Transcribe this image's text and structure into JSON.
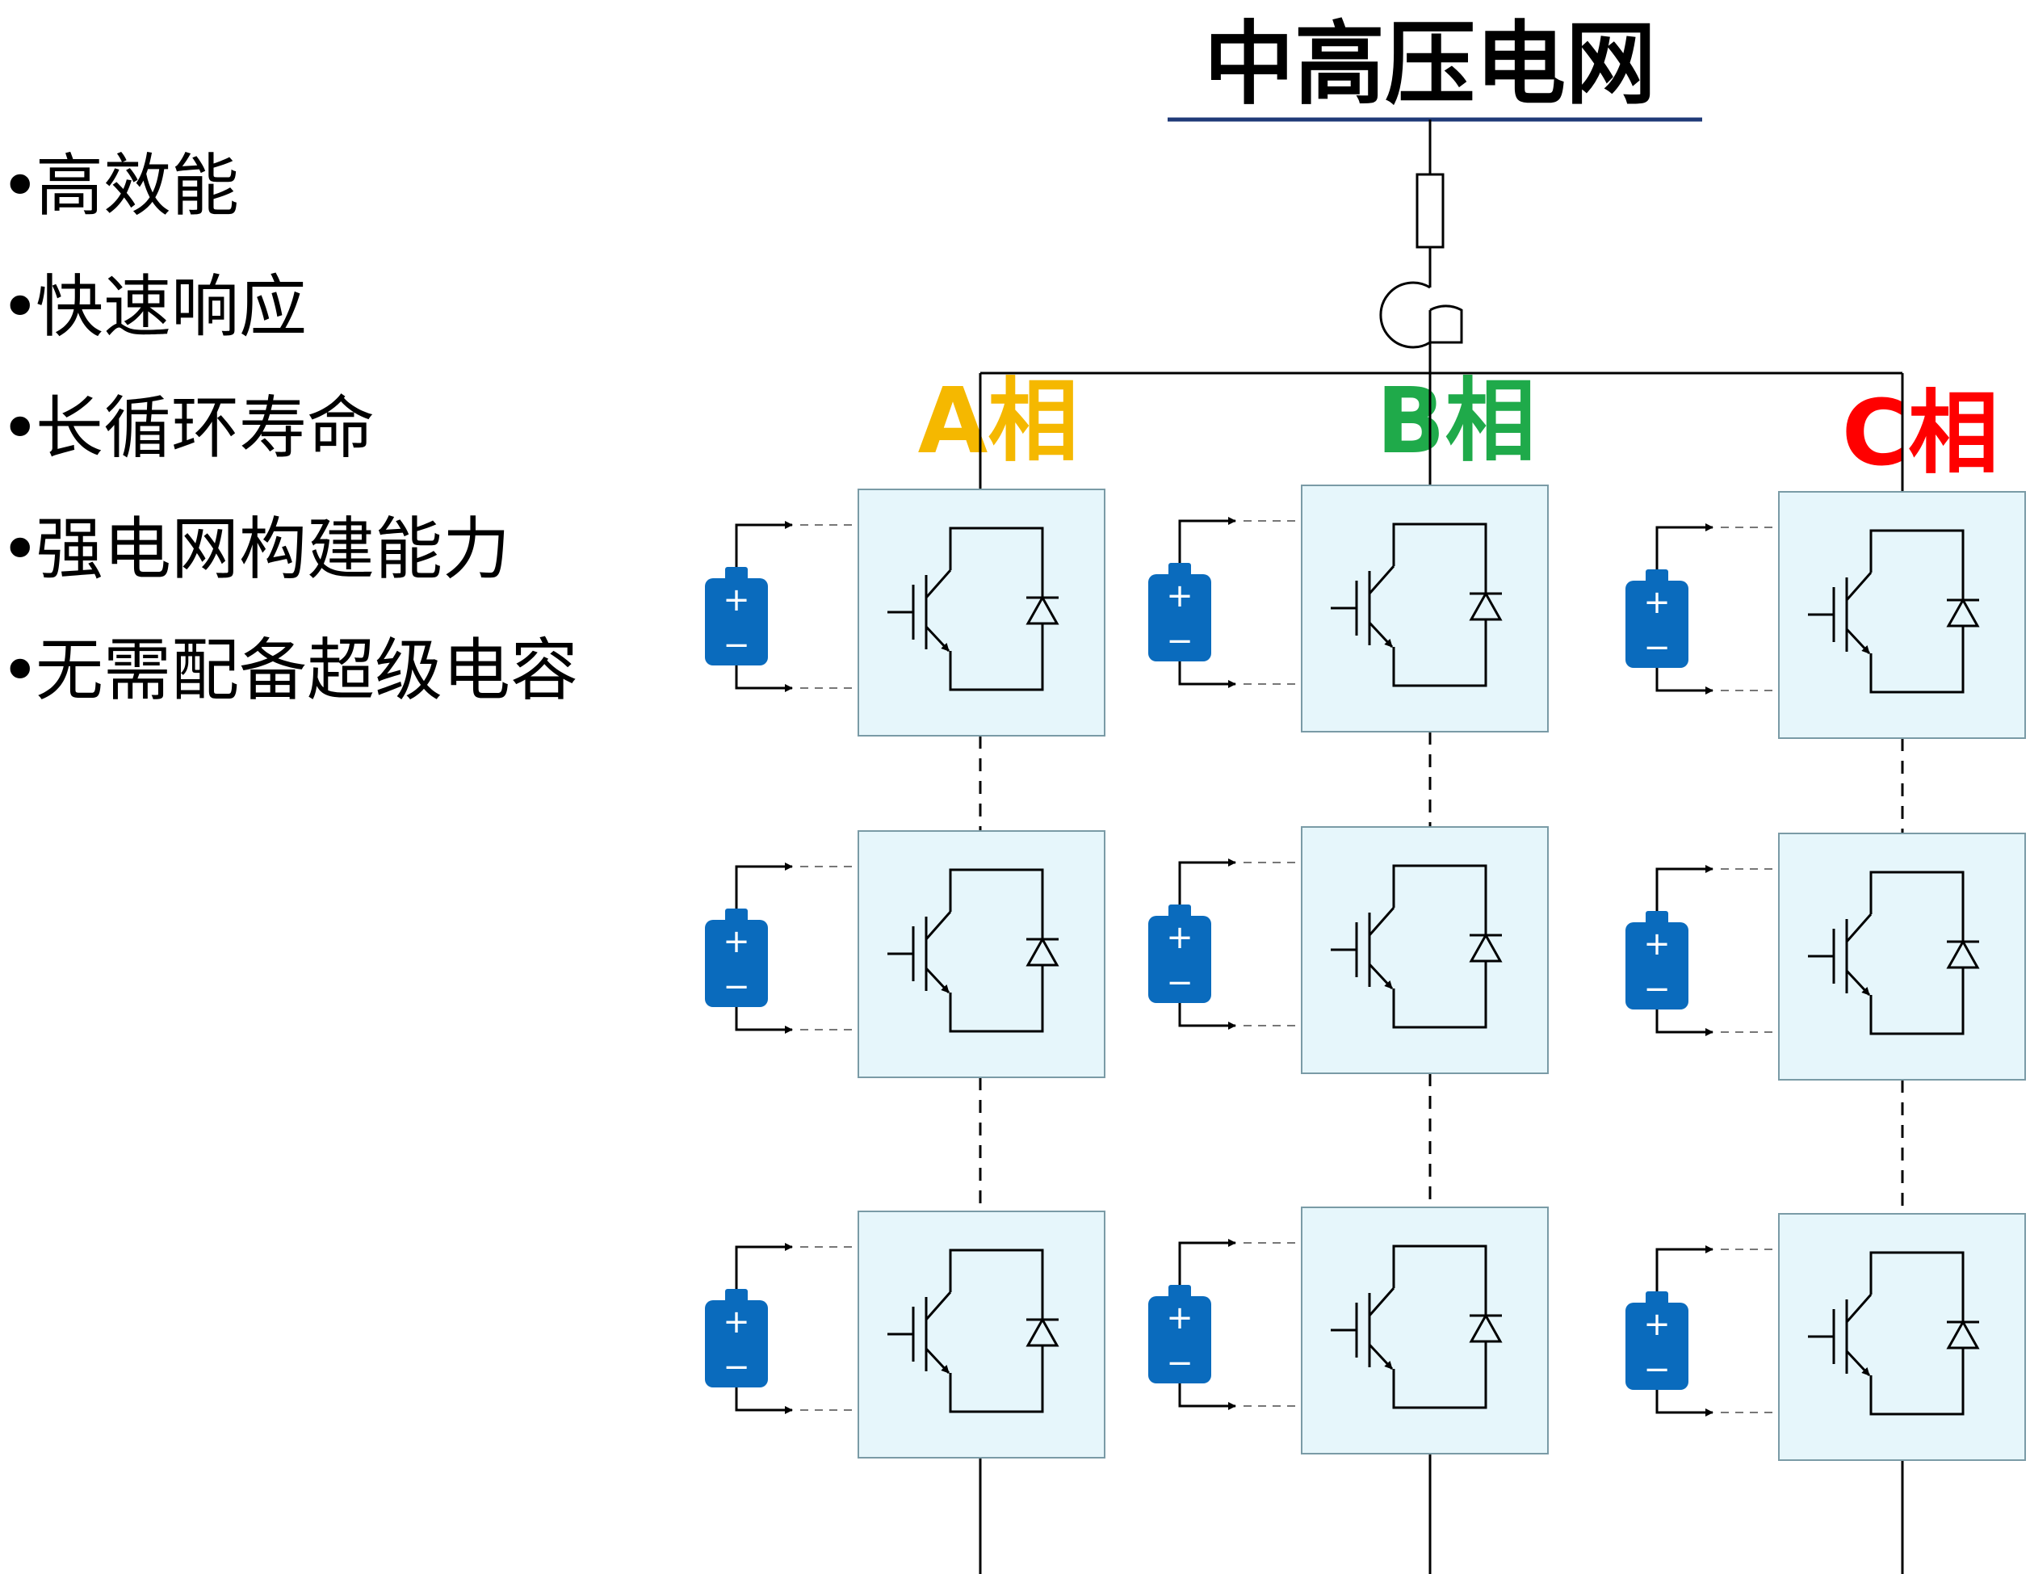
{
  "grid_title": "中高压电网",
  "features": [
    "高效能",
    "快速响应",
    "长循环寿命",
    "强电网构建能力",
    "无需配备超级电容"
  ],
  "bullet": "•",
  "phases": [
    {
      "label": "A相",
      "color": "#F5B800"
    },
    {
      "label": "B相",
      "color": "#1FAA4A"
    },
    {
      "label": "C相",
      "color": "#FF0000"
    }
  ],
  "battery_plus": "+",
  "battery_minus": "−",
  "colors": {
    "module_fill": "#E6F6FB",
    "module_border": "#7A9BA6",
    "battery": "#0A6BBD",
    "underline": "#1F3A78",
    "wire": "#000000"
  }
}
